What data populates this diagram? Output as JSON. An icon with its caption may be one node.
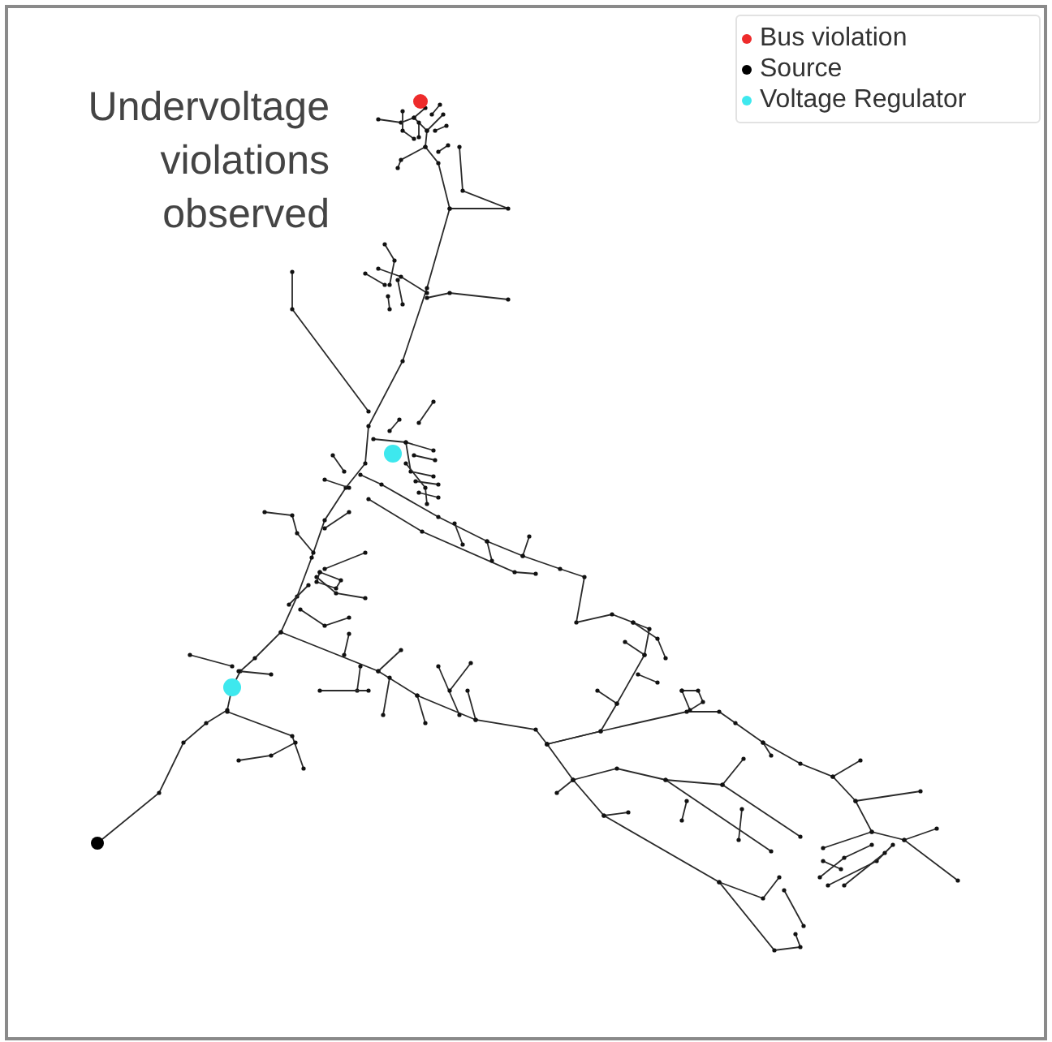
{
  "diagram": {
    "labels": [
      "Undervoltage violations observed"
    ],
    "legend": [
      {
        "text": "Bus violation",
        "color": "#ee2b2b"
      },
      {
        "text": "Source",
        "color": "#000000"
      },
      {
        "text": "Voltage Regulator",
        "color": "#3ee8ee"
      }
    ]
  }
}
